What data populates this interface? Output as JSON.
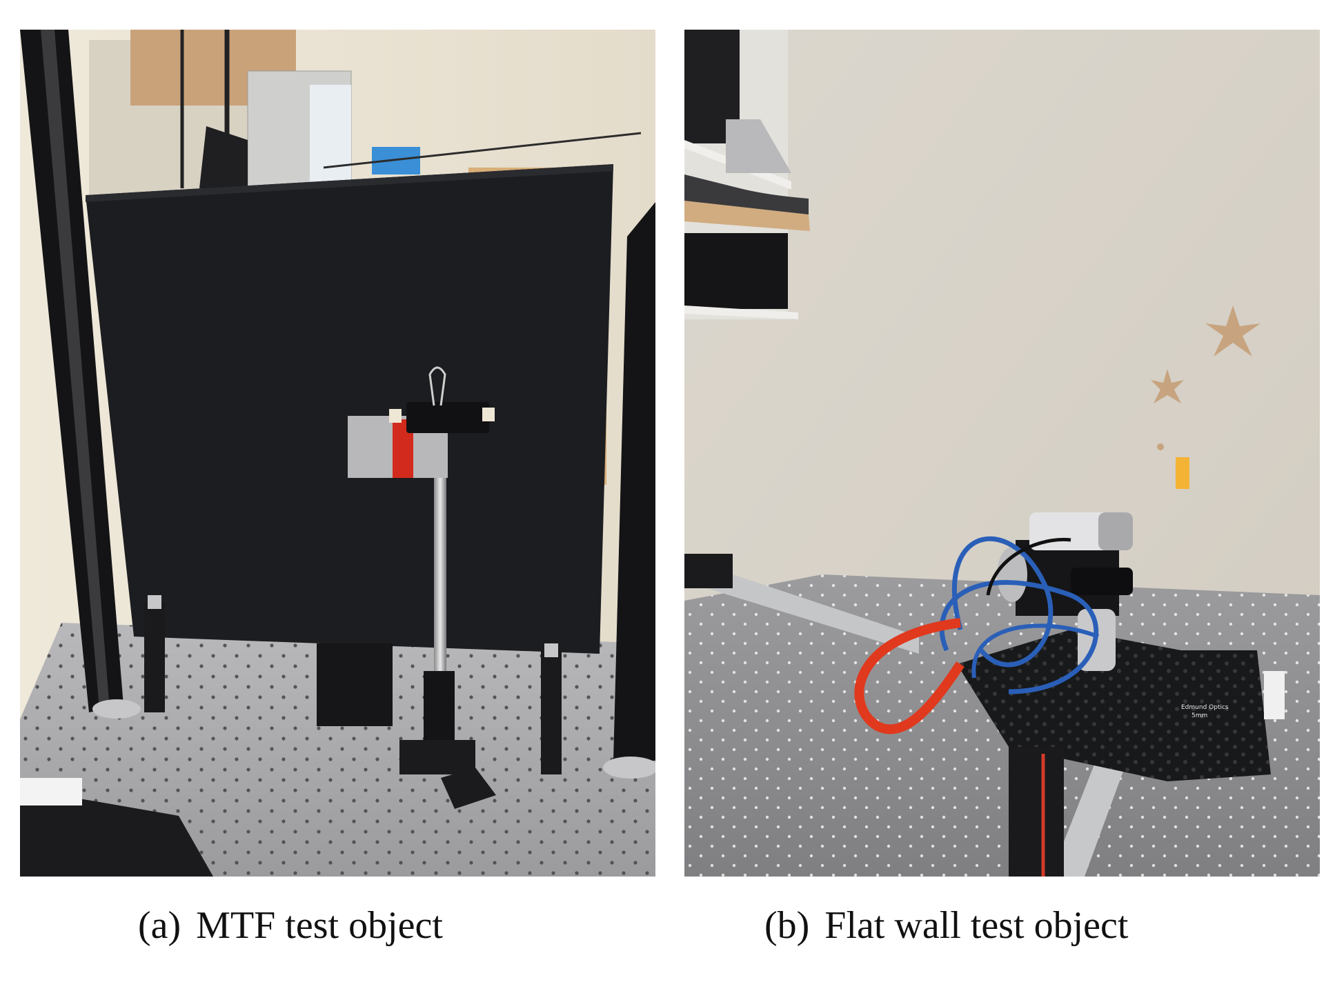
{
  "figure": {
    "panels": [
      {
        "id": "a",
        "label": "(a)",
        "caption": "MTF test object",
        "scene": "black board with slanted-edge metal/red target clipped to post on optical breadboard",
        "colors": {
          "board": "#1c1d20",
          "wall": "#e9e2d2",
          "table": "#a9a9ab",
          "red_tape": "#d22a1c"
        }
      },
      {
        "id": "b",
        "label": "(b)",
        "caption": "Flat wall test object",
        "scene": "camera sensor rig with blue/red cables on rail stage facing plain wall",
        "colors": {
          "wall": "#d8d3c9",
          "table": "#8d8d8f",
          "cable_blue": "#2a5fb8",
          "sleeve_red": "#e0391d",
          "plate": "#18191b"
        },
        "labels_on_rig": [
          "Edmund Optics",
          "5mm"
        ]
      }
    ]
  }
}
